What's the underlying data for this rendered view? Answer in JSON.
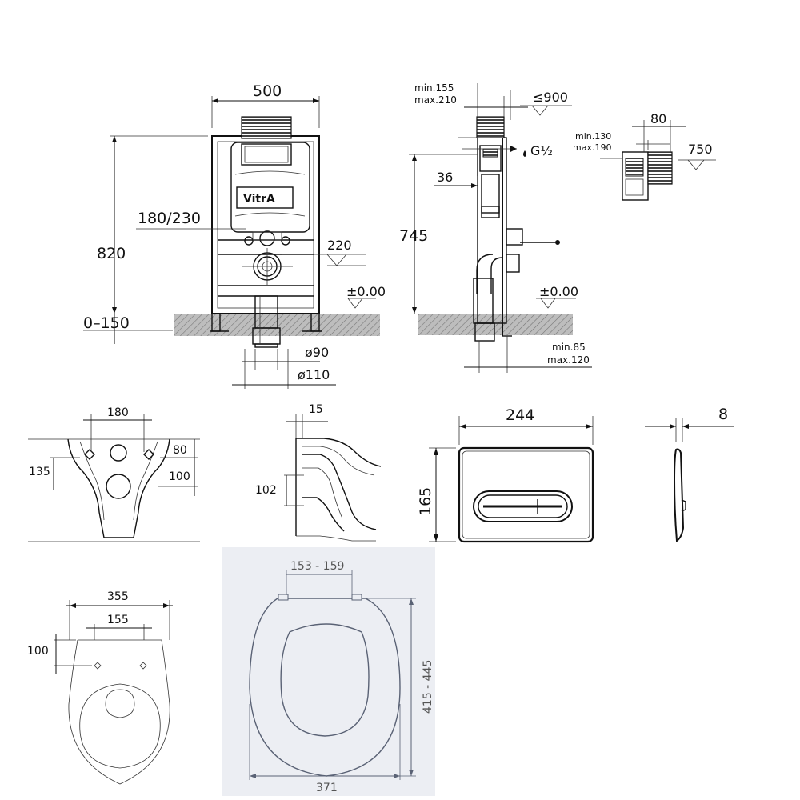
{
  "front_view": {
    "brand": "VitrA",
    "dims": {
      "width": "500",
      "height": "820",
      "adjust": "0–150",
      "flush": "180/230",
      "outlet_height": "220",
      "floor_level": "±0.00",
      "d90": "ø90",
      "d110": "ø110"
    }
  },
  "side_view": {
    "dims": {
      "depth_min": "min.155",
      "depth_max": "max.210",
      "max_depth": "≤900",
      "inlet_label": "G½",
      "offset": "36",
      "height": "745",
      "floor_level": "±0.00",
      "clear_min": "min.85",
      "clear_max": "max.120"
    }
  },
  "detail_view": {
    "dims": {
      "width": "80",
      "min": "min.130",
      "max": "max.190",
      "level": "750"
    }
  },
  "pan_rear": {
    "dims": {
      "width": "180",
      "upper": "80",
      "total": "135",
      "lower": "100"
    }
  },
  "pan_section": {
    "dims": {
      "top": "15",
      "height": "102"
    }
  },
  "flush_plate": {
    "dims": {
      "width": "244",
      "height": "165",
      "thickness": "8"
    }
  },
  "pan_top": {
    "dims": {
      "width": "355",
      "inner": "155",
      "depth": "100"
    }
  },
  "seat": {
    "dims": {
      "hinge": "153 - 159",
      "length": "415 - 445",
      "width": "371"
    }
  }
}
